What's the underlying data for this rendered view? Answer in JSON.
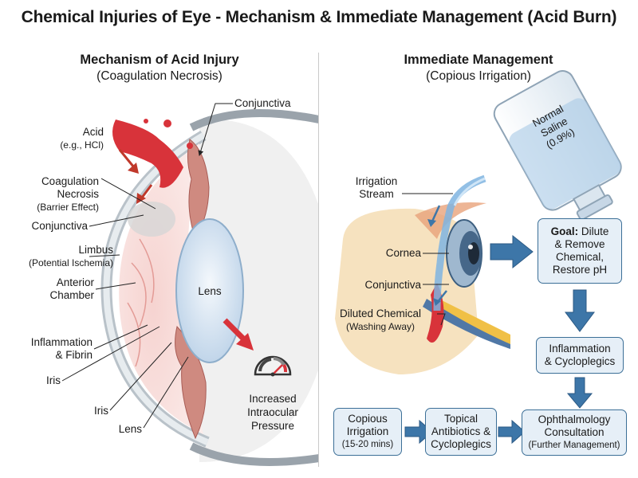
{
  "title": "Chemical Injuries of Eye - Mechanism & Immediate Management (Acid Burn)",
  "left_panel": {
    "heading": "Mechanism of Acid Injury",
    "subheading": "(Coagulation Necrosis)",
    "labels": {
      "conjunctiva_top": "Conjunctiva",
      "acid": "Acid",
      "acid_example": "(e.g., HCl)",
      "coag_line1": "Coagulation",
      "coag_line2": "Necrosis",
      "coag_sub": "(Barrier Effect)",
      "conjunctiva_mid": "Conjunctiva",
      "limbus": "Limbus",
      "limbus_sub": "(Potential Ischemia)",
      "anterior_line1": "Anterior",
      "anterior_line2": "Chamber",
      "lens_center": "Lens",
      "inflammation_line1": "Inflammation",
      "inflammation_line2": "& Fibrin",
      "iris_1": "Iris",
      "iris_2": "Iris",
      "lens_bottom": "Lens",
      "iop_line1": "Increased",
      "iop_line2": "Intraocular",
      "iop_line3": "Pressure"
    }
  },
  "right_panel": {
    "heading": "Immediate Management",
    "subheading": "(Copious Irrigation)",
    "saline": {
      "line1": "Normal",
      "line2": "Saline",
      "line3": "(0.9%)"
    },
    "labels": {
      "stream_line1": "Irrigation",
      "stream_line2": "Stream",
      "cornea": "Cornea",
      "conjunctiva": "Conjunctiva",
      "diluted_line1": "Diluted Chemical",
      "diluted_line2": "(Washing Away)"
    },
    "boxes": {
      "goal": {
        "bold": "Goal:",
        "line1": "Dilute",
        "line2": "& Remove",
        "line3": "Chemical,",
        "line4": "Restore pH"
      },
      "inflammation": {
        "line1": "Inflammation",
        "line2": "& Cycloplegics"
      },
      "irrigation": {
        "line1": "Copious",
        "line2": "Irrigation",
        "sub": "(15-20 mins)"
      },
      "topical": {
        "line1": "Topical",
        "line2": "Antibiotics &",
        "line3": "Cycloplegics"
      },
      "consult": {
        "line1": "Ophthalmology",
        "line2": "Consultation",
        "sub": "(Further Management)"
      }
    }
  },
  "colors": {
    "acid_red": "#d8333a",
    "flow_blue": "#3d76a8",
    "box_fill": "#e6eff7",
    "box_border": "#3c6f97",
    "lens_blue": "#dfe9f4",
    "cornea_cream": "#f6e2bf",
    "iris_tissue": "#cf8a80"
  }
}
